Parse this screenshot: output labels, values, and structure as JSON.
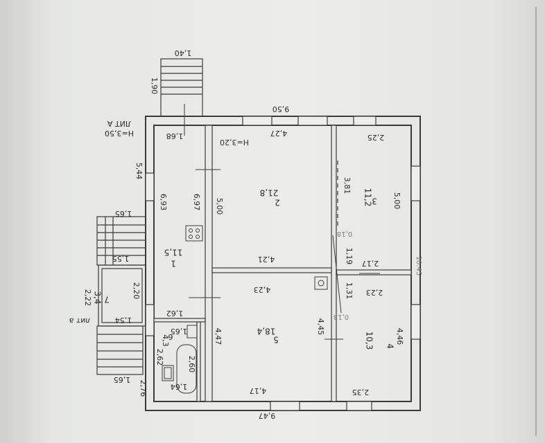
{
  "outer": {
    "top_length": "9,50",
    "bottom_length": "9,47",
    "side_length_left": "5,44",
    "litera_a": "ЛИТ А",
    "height_a": "H=3,50",
    "litera_a_small": "лит а",
    "height_b": "H=3,20",
    "corner_note": "10.45"
  },
  "porches": {
    "top": {
      "width": "1,40",
      "depth": "1,90"
    },
    "middle": {
      "width": "1,65",
      "depth": "1,55"
    },
    "lower": {
      "width": "1,65",
      "depth": "2,76"
    }
  },
  "rooms": [
    {
      "number": "1",
      "area": "11,5",
      "dims": [
        "1,68",
        "6,97",
        "6,93"
      ]
    },
    {
      "number": "2",
      "area": "21,8",
      "dims": [
        "4,27",
        "5,00",
        "4,21"
      ]
    },
    {
      "number": "3",
      "area": "11,2",
      "dims": [
        "2,25",
        "5,00",
        "3,81"
      ]
    },
    {
      "number": "4",
      "area": "10,3",
      "dims": [
        "2,23",
        "4,46",
        "2,35"
      ]
    },
    {
      "number": "5",
      "area": "18,4",
      "dims": [
        "4,23",
        "4,47",
        "4,45",
        "4,17"
      ]
    },
    {
      "number": "6",
      "area": "4,3",
      "dims": [
        "1,65",
        "2,60",
        "2,62",
        "1,64"
      ]
    },
    {
      "number": "7",
      "area": "3,4",
      "dims": [
        "1,54",
        "2,20",
        "2,22"
      ]
    }
  ],
  "extra_dims": [
    "1,62",
    "2,17",
    "1,19",
    "1,31",
    "0,18",
    "0,13"
  ]
}
